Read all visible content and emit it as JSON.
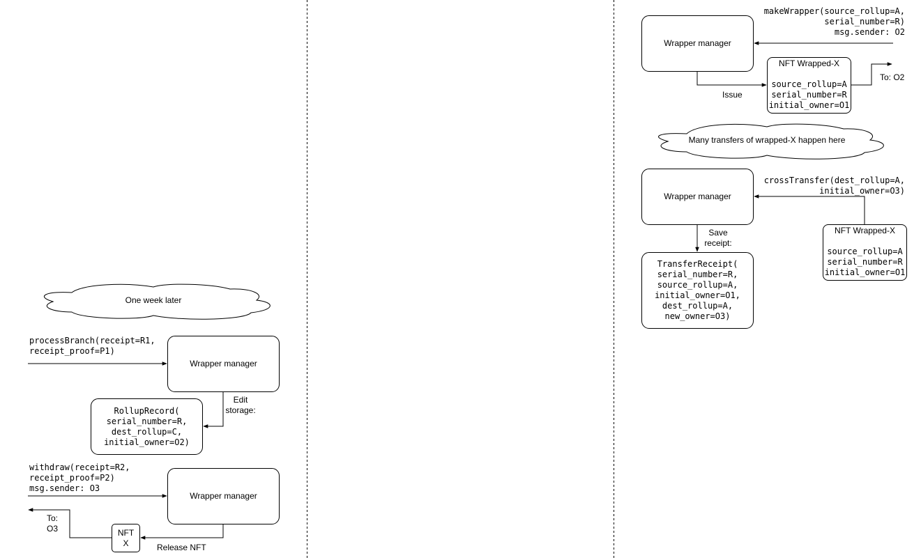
{
  "right_column": {
    "top_section": {
      "manager_label": "Wrapper manager",
      "call_lines": [
        "makeWrapper(source_rollup=A,",
        "serial_number=R)",
        "msg.sender: O2"
      ],
      "nft": {
        "title": "NFT Wrapped-X",
        "lines": [
          "source_rollup=A",
          "serial_number=R",
          "initial_owner=O1"
        ]
      },
      "issue_label": "Issue",
      "to_label": "To: O2"
    },
    "cloud_text": "Many transfers of wrapped-X happen here",
    "bottom_section": {
      "manager_label": "Wrapper manager",
      "call_lines": [
        "crossTransfer(dest_rollup=A,",
        "initial_owner=O3)"
      ],
      "nft": {
        "title": "NFT Wrapped-X",
        "lines": [
          "source_rollup=A",
          "serial_number=R",
          "initial_owner=O1"
        ]
      },
      "save_label_lines": [
        "Save",
        "receipt:"
      ],
      "receipt_lines": [
        "TransferReceipt(",
        "serial_number=R,",
        "source_rollup=A,",
        "initial_owner=O1,",
        "dest_rollup=A,",
        "new_owner=O3)"
      ]
    }
  },
  "left_column": {
    "cloud_text": "One week later",
    "process_section": {
      "call_lines": [
        "processBranch(receipt=R1,",
        "receipt_proof=P1)"
      ],
      "manager_label": "Wrapper manager",
      "edit_label_lines": [
        "Edit",
        "storage:"
      ],
      "record_lines": [
        "RollupRecord(",
        "serial_number=R,",
        "dest_rollup=C,",
        "initial_owner=O2)"
      ]
    },
    "withdraw_section": {
      "call_lines": [
        "withdraw(receipt=R2,",
        "receipt_proof=P2)",
        "msg.sender: O3"
      ],
      "manager_label": "Wrapper manager",
      "nft_lines": [
        "NFT",
        "X"
      ],
      "release_label": "Release NFT",
      "to_lines": [
        "To:",
        "O3"
      ]
    }
  }
}
